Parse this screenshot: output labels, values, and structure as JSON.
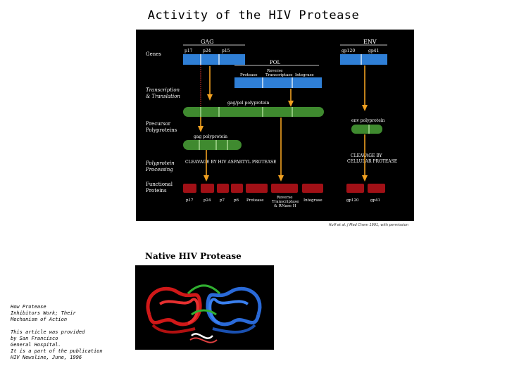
{
  "page_title": "Activity of the HIV Protease",
  "diagram": {
    "row_labels": {
      "genes": "Genes",
      "transcription_1": "Transcription",
      "transcription_2": "& Translation",
      "precursor_1": "Precursor",
      "precursor_2": "Polyproteins",
      "processing_1": "Polyprotein",
      "processing_2": "Processing",
      "functional_1": "Functional",
      "functional_2": "Proteins"
    },
    "gene_labels": {
      "gag": "GAG",
      "env": "ENV",
      "pol": "POL",
      "p17": "p17",
      "p24": "p24",
      "p15": "p15",
      "gp120": "gp120",
      "gp41": "gp41",
      "protease": "Protease",
      "reverse_1": "Reverse",
      "reverse_2": "Transcriptase",
      "integrase": "Integrase"
    },
    "precursors": {
      "gag_pol": "gag/pol polyprotein",
      "gag": "gag polyprotein",
      "env": "env polyprotein"
    },
    "cleavage": {
      "hiv": "CLEAVAGE BY HIV ASPARTYL PROTEASE",
      "cellular_1": "CLEAVAGE BY",
      "cellular_2": "CELLULAR PROTEASE"
    },
    "functional_labels": {
      "p17": "p17",
      "p24": "p24",
      "p7": "p7",
      "p6": "p6",
      "protease": "Protease",
      "rt_1": "Reverse",
      "rt_2": "Transcriptase",
      "rt_3": "& RNase H",
      "integrase": "Integrase",
      "gp120": "gp120",
      "gp41": "gp41"
    },
    "credit": "Huff et al. J Med Chem 1991, with permission"
  },
  "native": {
    "title": "Native HIV Protease"
  },
  "notes": {
    "para1": "How Protease\nInhibitors Work; Their\nMechanism of Action",
    "para2": "This article was provided\nby San Francisco\nGeneral Hospital.\nIt is a part of the publication\nHIV Newsline, June, 1996"
  },
  "colors": {
    "background": "#000000",
    "gene_blue": "#2f7fd6",
    "precursor_green": "#3f8a2f",
    "functional_red": "#a11016",
    "arrow_orange": "#f0a020"
  }
}
